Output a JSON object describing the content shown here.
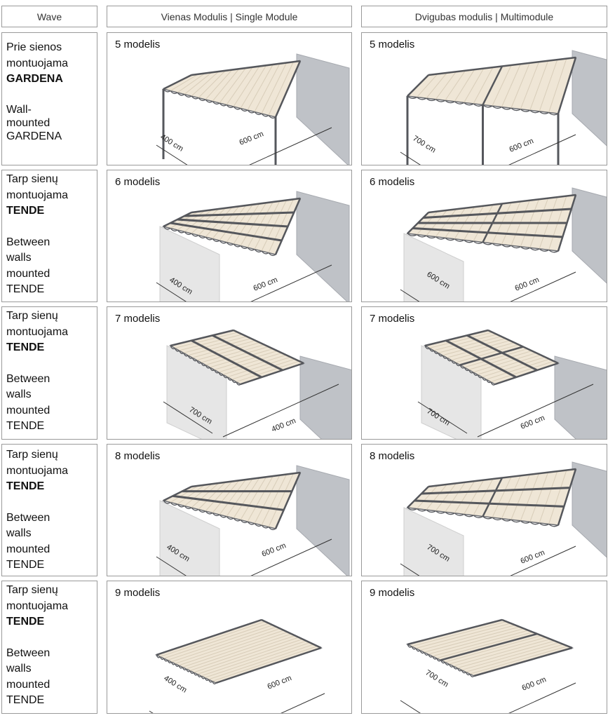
{
  "headers": {
    "wave": "Wave",
    "single": "Vienas Modulis | Single Module",
    "multi": "Dvigubas modulis | Multimodule"
  },
  "rows": [
    {
      "label": {
        "lt1": "Prie sienos",
        "lt2": "montuojama",
        "name": "GARDENA",
        "en": [
          "Wall-",
          "mounted",
          "GARDENA"
        ]
      },
      "single": {
        "title": "5 modelis",
        "dim_a": "400 cm",
        "dim_b": "600 cm"
      },
      "multi": {
        "title": "5 modelis",
        "dim_a": "700 cm",
        "dim_b": "600 cm"
      }
    },
    {
      "label": {
        "lt1": "Tarp sienų",
        "lt2": "montuojama",
        "name": "TENDE",
        "en": [
          "Between",
          "walls",
          "mounted",
          "TENDE"
        ]
      },
      "single": {
        "title": "6 modelis",
        "dim_a": "400 cm",
        "dim_b": "600 cm"
      },
      "multi": {
        "title": "6 modelis",
        "dim_a": "600 cm",
        "dim_b": "600 cm"
      }
    },
    {
      "label": {
        "lt1": "Tarp sienų",
        "lt2": "montuojama",
        "name": "TENDE",
        "en": [
          "Between",
          "walls",
          "mounted",
          "TENDE"
        ]
      },
      "single": {
        "title": "7 modelis",
        "dim_a": "700 cm",
        "dim_b": "400 cm"
      },
      "multi": {
        "title": "7 modelis",
        "dim_a": "700 cm",
        "dim_b": "600 cm"
      }
    },
    {
      "label": {
        "lt1": "Tarp sienų",
        "lt2": "montuojama",
        "name": "TENDE",
        "en": [
          "Between",
          "walls",
          "mounted",
          "TENDE"
        ]
      },
      "single": {
        "title": "8 modelis",
        "dim_a": "400 cm",
        "dim_b": "600 cm"
      },
      "multi": {
        "title": "8 modelis",
        "dim_a": "700 cm",
        "dim_b": "600 cm"
      }
    },
    {
      "label": {
        "lt1": "Tarp sienų",
        "lt2": "montuojama",
        "name": "TENDE",
        "en": [
          "Between",
          "walls",
          "mounted",
          "TENDE"
        ]
      },
      "single": {
        "title": "9 modelis",
        "dim_a": "400 cm",
        "dim_b": "600 cm"
      },
      "multi": {
        "title": "9 modelis",
        "dim_a": "700 cm",
        "dim_b": "600 cm"
      }
    }
  ]
}
